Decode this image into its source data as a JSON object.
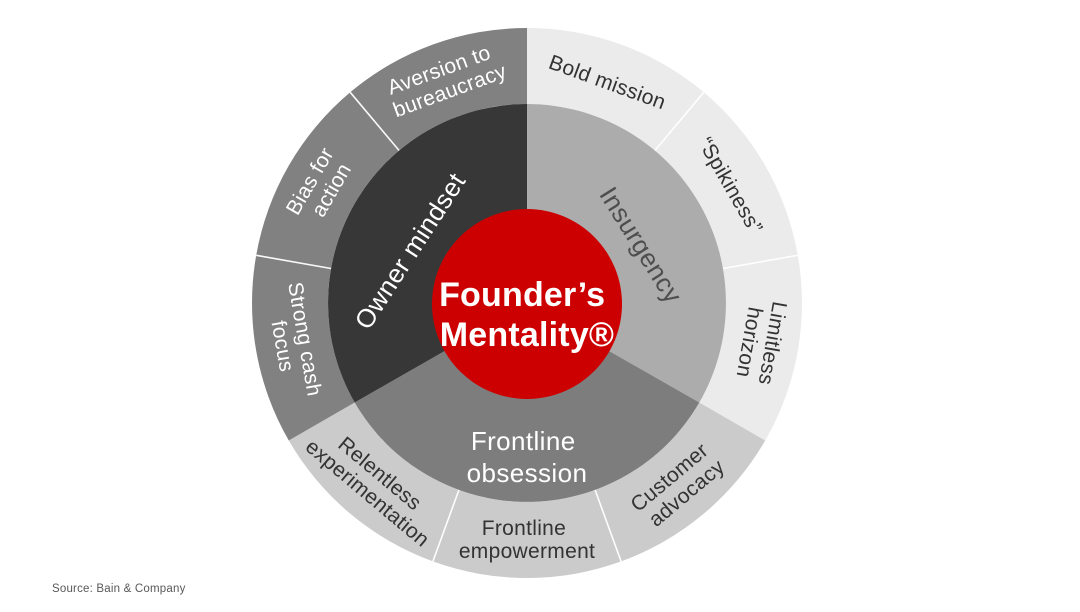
{
  "center": {
    "line1": "Founder’s",
    "line2": "Mentality®",
    "color": "#CC0000",
    "text_color": "#FFFFFF"
  },
  "wheel": {
    "divider_color": "#FFFFFF"
  },
  "inner_ring": {
    "segments": [
      {
        "name": "insurgency",
        "lines": [
          "Insurgency"
        ],
        "color": "#ACACAC",
        "text_color": "#4E4E4E"
      },
      {
        "name": "frontline-obsession",
        "lines": [
          "Frontline",
          "obsession"
        ],
        "color": "#7D7D7D",
        "text_color": "#FFFFFF"
      },
      {
        "name": "owner-mindset",
        "lines": [
          "Owner mindset"
        ],
        "color": "#373737",
        "text_color": "#FFFFFF"
      }
    ]
  },
  "outer_ring": {
    "segments": [
      {
        "name": "bold-mission",
        "lines": [
          "Bold mission"
        ],
        "color": "#EBEBEB",
        "text_color": "#333333"
      },
      {
        "name": "spikiness",
        "lines": [
          "“Spikiness”"
        ],
        "color": "#EBEBEB",
        "text_color": "#333333"
      },
      {
        "name": "limitless-horizon",
        "lines": [
          "Limitless",
          "horizon"
        ],
        "color": "#EBEBEB",
        "text_color": "#333333"
      },
      {
        "name": "customer-advocacy",
        "lines": [
          "Customer",
          "advocacy"
        ],
        "color": "#CBCBCB",
        "text_color": "#333333"
      },
      {
        "name": "frontline-empowerment",
        "lines": [
          "Frontline",
          "empowerment"
        ],
        "color": "#CBCBCB",
        "text_color": "#333333"
      },
      {
        "name": "relentless-experimentation",
        "lines": [
          "Relentless",
          "experimentation"
        ],
        "color": "#CBCBCB",
        "text_color": "#333333"
      },
      {
        "name": "strong-cash-focus",
        "lines": [
          "Strong cash",
          "focus"
        ],
        "color": "#818181",
        "text_color": "#FFFFFF"
      },
      {
        "name": "bias-for-action",
        "lines": [
          "Bias for",
          "action"
        ],
        "color": "#818181",
        "text_color": "#FFFFFF"
      },
      {
        "name": "aversion-to-bureaucracy",
        "lines": [
          "Aversion to",
          "bureaucracy"
        ],
        "color": "#818181",
        "text_color": "#FFFFFF"
      }
    ]
  },
  "source": "Source: Bain & Company"
}
